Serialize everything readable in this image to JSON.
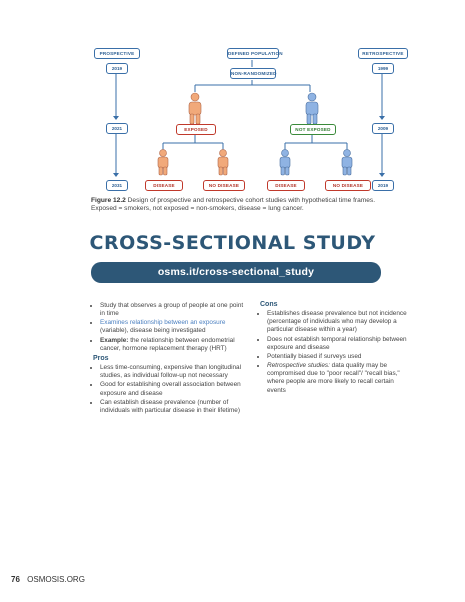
{
  "diagram": {
    "prospective": "PROSPECTIVE",
    "defined_population": "DEFINED POPULATION",
    "retrospective": "RETROSPECTIVE",
    "non_randomized": "NON-RANDOMIZED",
    "exposed": "EXPOSED",
    "not_exposed": "NOT EXPOSED",
    "disease": "DISEASE",
    "no_disease": "NO DISEASE",
    "year_left_top": "2019",
    "year_left_mid": "2021",
    "year_left_bot": "2031",
    "year_right_top": "1999",
    "year_right_mid": "2009",
    "year_right_bot": "2019"
  },
  "caption": {
    "label": "Figure 12.2",
    "text": "Design of prospective and retrospective cohort studies with hypothetical time frames. Exposed = smokers, not exposed = non-smokers, disease = lung cancer."
  },
  "title": "CROSS-SECTIONAL STUDY",
  "banner": "osms.it/cross-sectional_study",
  "left": {
    "b1": "Study that observes a group of people at one point in time",
    "b2_hl": "Examines relationship between an exposure",
    "b2_rest": " (variable), disease being investigated",
    "b3_label": "Example:",
    "b3_rest": " the relationship between endometrial cancer, hormone replacement therapy (HRT)",
    "pros_heading": "Pros",
    "p1": "Less time-consuming, expensive than longitudinal studies, as individual follow-up not necessary",
    "p2": "Good for establishing overall association between exposure and disease",
    "p3": "Can establish disease prevalence (number of individuals with particular disease in their lifetime)"
  },
  "right": {
    "cons_heading": "Cons",
    "c1": "Establishes disease prevalence but not incidence (percentage of individuals who may develop a particular disease within a year)",
    "c2": "Does not establish temporal relationship between exposure and disease",
    "c3": "Potentially biased if surveys used",
    "c4_label": "Retrospective studies:",
    "c4_rest": " data quality may be compromised due to \"poor recall\"/ \"recall bias,\" where people are more likely to recall certain events"
  },
  "footer": {
    "page": "76",
    "brand": "OSMOSIS.ORG"
  },
  "colors": {
    "title": "#2d5777",
    "banner": "#2d5777",
    "exposed": "#c0392b",
    "not_exposed": "#3a8a3a",
    "figure_orange": "#f1a97a",
    "figure_blue": "#8fb3e3"
  }
}
